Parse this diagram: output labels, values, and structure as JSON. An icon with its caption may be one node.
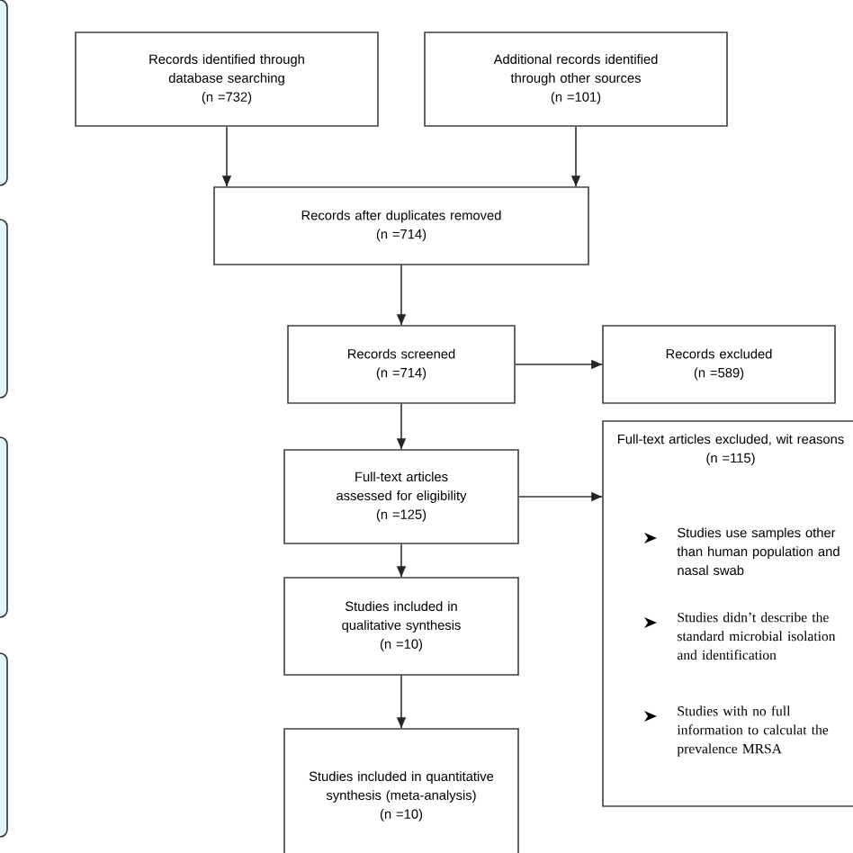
{
  "diagram": {
    "nodes": [
      {
        "text": [
          "Records identified through database searching",
          "(n =732)"
        ]
      },
      {
        "text": [
          "Additional records identified through other sources",
          "(n =101)"
        ]
      },
      {
        "text": [
          "Records after duplicates removed",
          "(n =714)"
        ]
      },
      {
        "text": [
          "Records screened",
          "(n =714)"
        ]
      },
      {
        "text": [
          "Records excluded",
          "(n =589)"
        ]
      },
      {
        "text": [
          "Full-text articles assessed for eligibility",
          "(n =125)"
        ]
      },
      {
        "text": [
          "Full-text articles excluded, wit reasons",
          "(n =115)",
          "Studies use samples other than human population and nasal swab",
          "Studies didn’t describe the standard microbial isolation and identification",
          "Studies with no full information to calculat the prevalence MRSA"
        ]
      },
      {
        "text": [
          "Studies included in qualitative synthesis",
          "(n =10)"
        ]
      },
      {
        "text": [
          "Studies included in quantitative synthesis (meta-analysis)",
          "(n =10)"
        ]
      },
      {
        "text": [],
        "shape": "box"
      },
      {
        "text": [],
        "shape": "box"
      },
      {
        "text": [],
        "shape": "box"
      },
      {
        "text": [],
        "shape": "box"
      }
    ],
    "edges": [
      {
        "from": 0,
        "to": 2,
        "arrow": "to"
      },
      {
        "from": 1,
        "to": 2,
        "arrow": "to"
      },
      {
        "from": 2,
        "to": 3,
        "arrow": "to"
      },
      {
        "from": 3,
        "to": 4,
        "arrow": "to"
      },
      {
        "from": 3,
        "to": 5,
        "arrow": "to"
      },
      {
        "from": 5,
        "to": 6,
        "arrow": "to"
      },
      {
        "from": 5,
        "to": 7,
        "arrow": "to"
      },
      {
        "from": 7,
        "to": 8,
        "arrow": "to"
      }
    ]
  }
}
